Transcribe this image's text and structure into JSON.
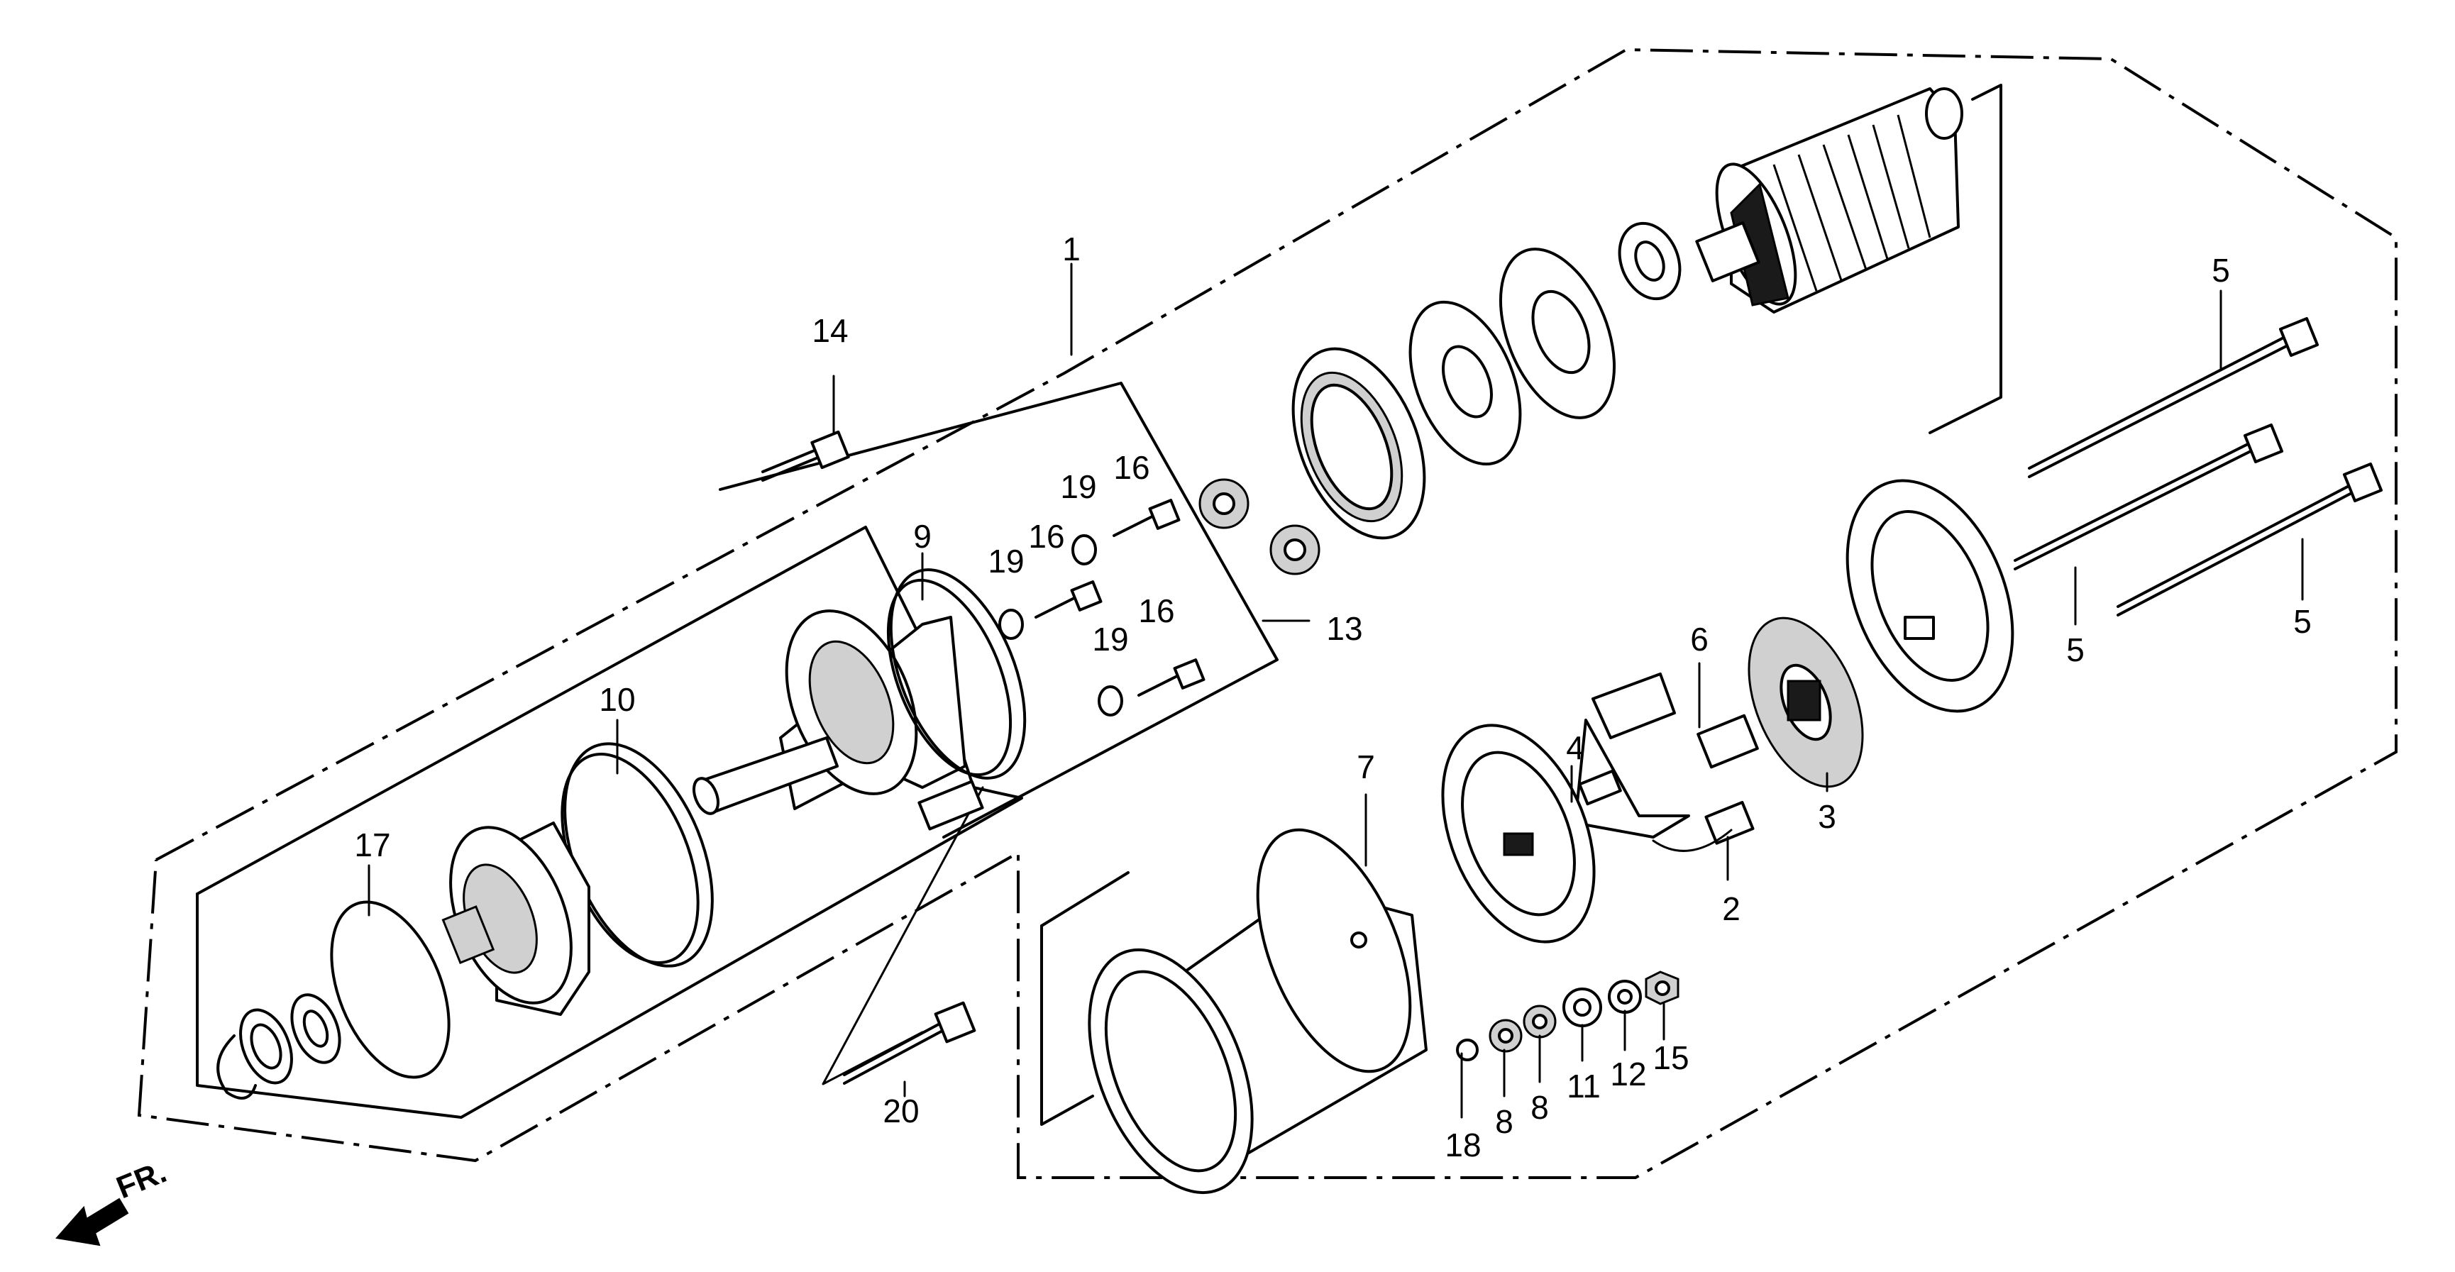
{
  "direction_marker": {
    "text": "FR.",
    "icon": "front-direction-arrow-icon"
  },
  "labels": {
    "p1": "1",
    "p2": "2",
    "p3": "3",
    "p4": "4",
    "p5a": "5",
    "p5b": "5",
    "p5c": "5",
    "p6": "6",
    "p7": "7",
    "p8a": "8",
    "p8b": "8",
    "p9": "9",
    "p10": "10",
    "p11": "11",
    "p12": "12",
    "p13": "13",
    "p14": "14",
    "p15": "15",
    "p16a": "16",
    "p16b": "16",
    "p16c": "16",
    "p17": "17",
    "p18": "18",
    "p19a": "19",
    "p19b": "19",
    "p19c": "19",
    "p20": "20"
  }
}
